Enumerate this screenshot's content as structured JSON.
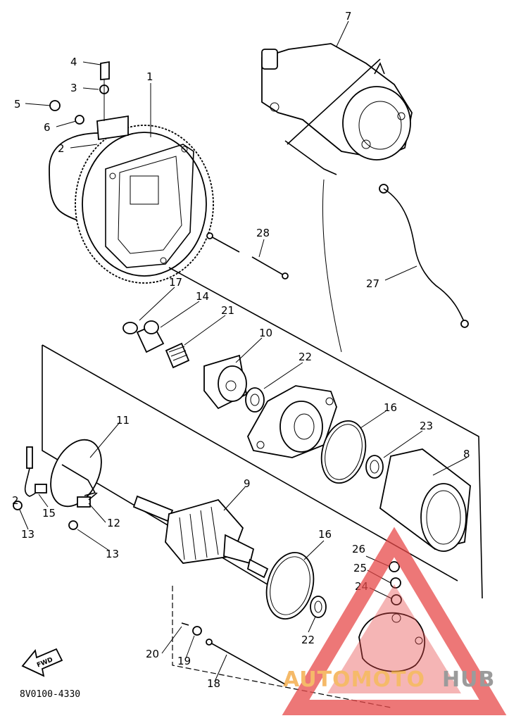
{
  "diagram": {
    "callouts": {
      "c1": "1",
      "c2": "2",
      "c2b": "2",
      "c3": "3",
      "c4": "4",
      "c5": "5",
      "c6": "6",
      "c7": "7",
      "c8": "8",
      "c9": "9",
      "c10": "10",
      "c11": "11",
      "c12": "12",
      "c13": "13",
      "c13b": "13",
      "c14": "14",
      "c15": "15",
      "c16": "16",
      "c16b": "16",
      "c17": "17",
      "c18": "18",
      "c19": "19",
      "c20": "20",
      "c21": "21",
      "c22": "22",
      "c22b": "22",
      "c23": "23",
      "c24": "24",
      "c25": "25",
      "c26": "26",
      "c27": "27",
      "c28": "28"
    },
    "part_code": "8V0100-4330",
    "fwd_label": "FWD"
  },
  "watermark": {
    "text_a": "AUTOMOTO",
    "text_b": "HUB",
    "color_a": "#f2a338",
    "color_b": "#7a7a7a",
    "triangle_color": "#e84a4a"
  }
}
